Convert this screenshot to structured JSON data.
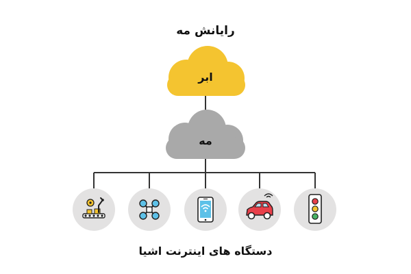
{
  "title": "رایانش مه",
  "cloud": {
    "label": "ابر",
    "color": "#F4C430"
  },
  "fog": {
    "label": "مه",
    "color": "#A9A9A9"
  },
  "devices_caption": "دستگاه های اینترنت اشیا",
  "device_circle_color": "#E3E2E2",
  "line_color": "#333333",
  "devices": [
    {
      "icon": "industrial-robot-arm-icon"
    },
    {
      "icon": "drone-icon"
    },
    {
      "icon": "smartphone-wifi-icon"
    },
    {
      "icon": "connected-car-icon"
    },
    {
      "icon": "traffic-light-icon"
    }
  ]
}
